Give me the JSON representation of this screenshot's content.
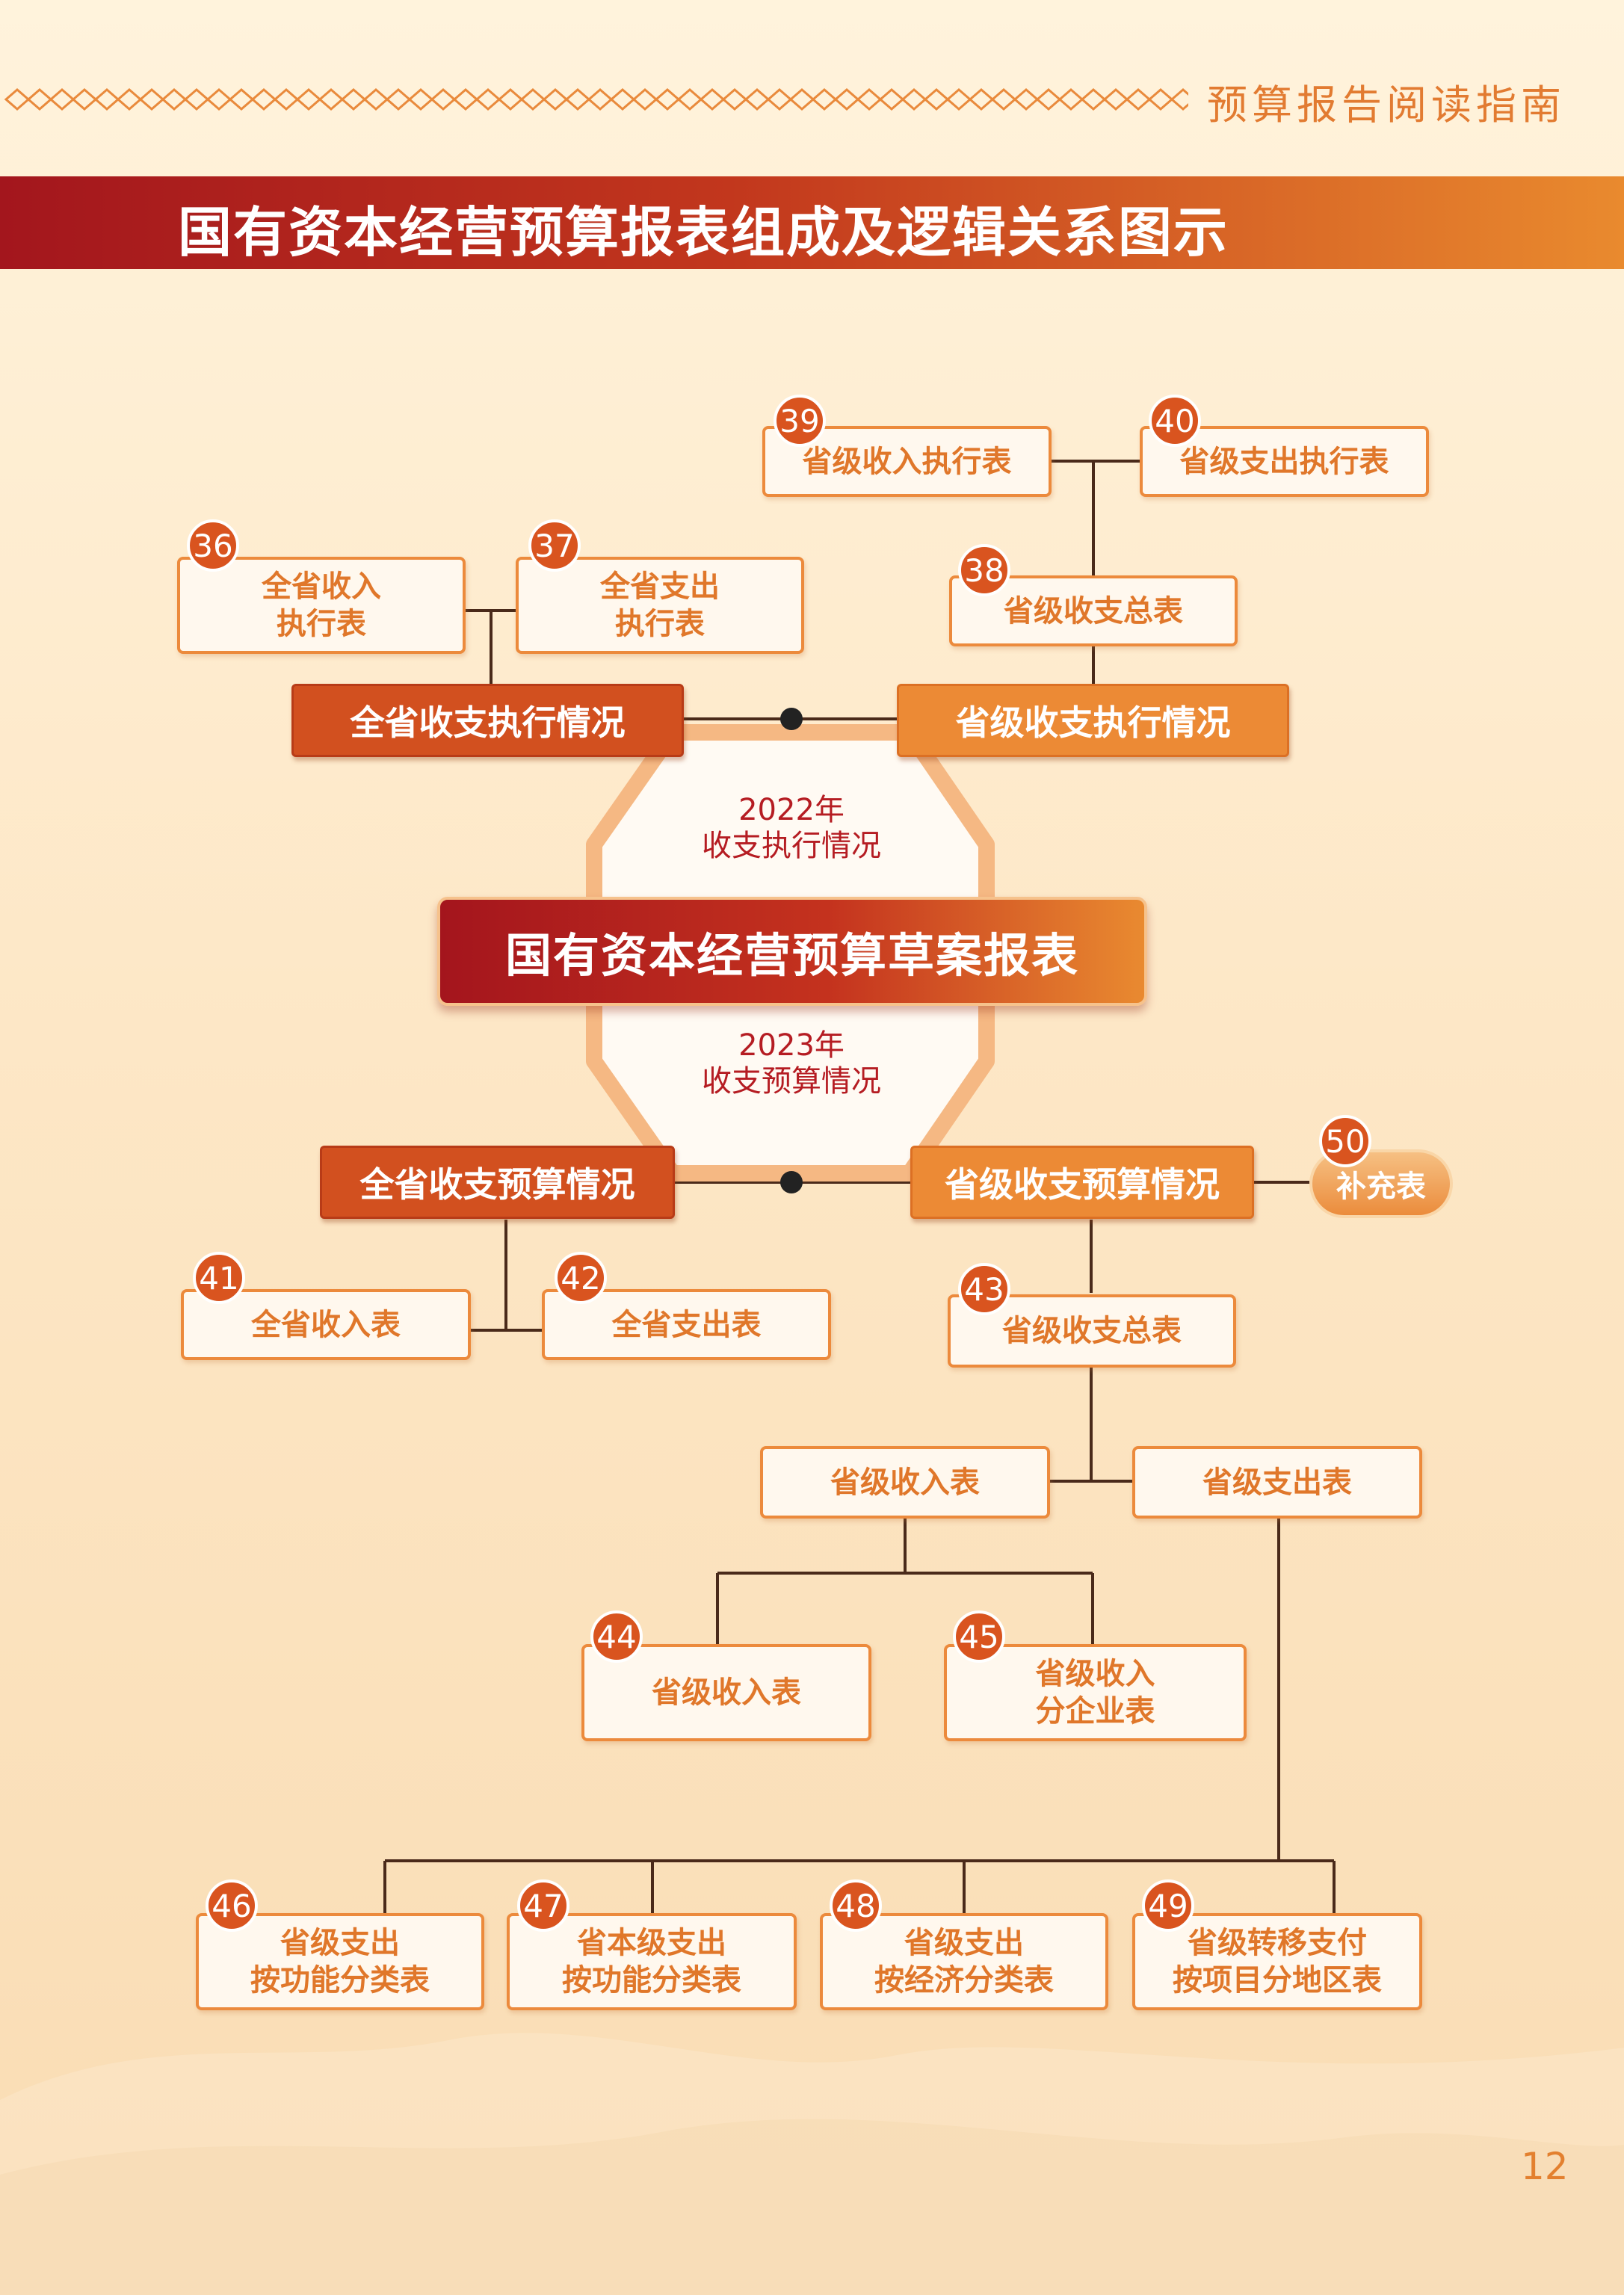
{
  "header": {
    "guide_title": "预算报告阅读指南"
  },
  "title": "国有资本经营预算报表组成及逻辑关系图示",
  "center": {
    "title": "国有资本经营预算草案报表",
    "top_label": "2022年\n收支执行情况",
    "bottom_label": "2023年\n收支预算情况"
  },
  "categories": {
    "prov_exec": "全省收支执行情况",
    "level_exec": "省级收支执行情况",
    "prov_budget": "全省收支预算情况",
    "level_budget": "省级收支预算情况"
  },
  "supplement": {
    "num": "50",
    "label": "补充表"
  },
  "tables": {
    "t36": {
      "num": "36",
      "label": "全省收入\n执行表"
    },
    "t37": {
      "num": "37",
      "label": "全省支出\n执行表"
    },
    "t38": {
      "num": "38",
      "label": "省级收支总表"
    },
    "t39": {
      "num": "39",
      "label": "省级收入执行表"
    },
    "t40": {
      "num": "40",
      "label": "省级支出执行表"
    },
    "t41": {
      "num": "41",
      "label": "全省收入表"
    },
    "t42": {
      "num": "42",
      "label": "全省支出表"
    },
    "t43": {
      "num": "43",
      "label": "省级收支总表"
    },
    "g_income": {
      "label": "省级收入表"
    },
    "g_expense": {
      "label": "省级支出表"
    },
    "t44": {
      "num": "44",
      "label": "省级收入表"
    },
    "t45": {
      "num": "45",
      "label": "省级收入\n分企业表"
    },
    "t46": {
      "num": "46",
      "label": "省级支出\n按功能分类表"
    },
    "t47": {
      "num": "47",
      "label": "省本级支出\n按功能分类表"
    },
    "t48": {
      "num": "48",
      "label": "省级支出\n按经济分类表"
    },
    "t49": {
      "num": "49",
      "label": "省级转移支付\n按项目分地区表"
    }
  },
  "page_number": "12",
  "colors": {
    "accent_red": "#a3161d",
    "accent_orange": "#e98a2e",
    "box_border": "#ec8a3c"
  }
}
